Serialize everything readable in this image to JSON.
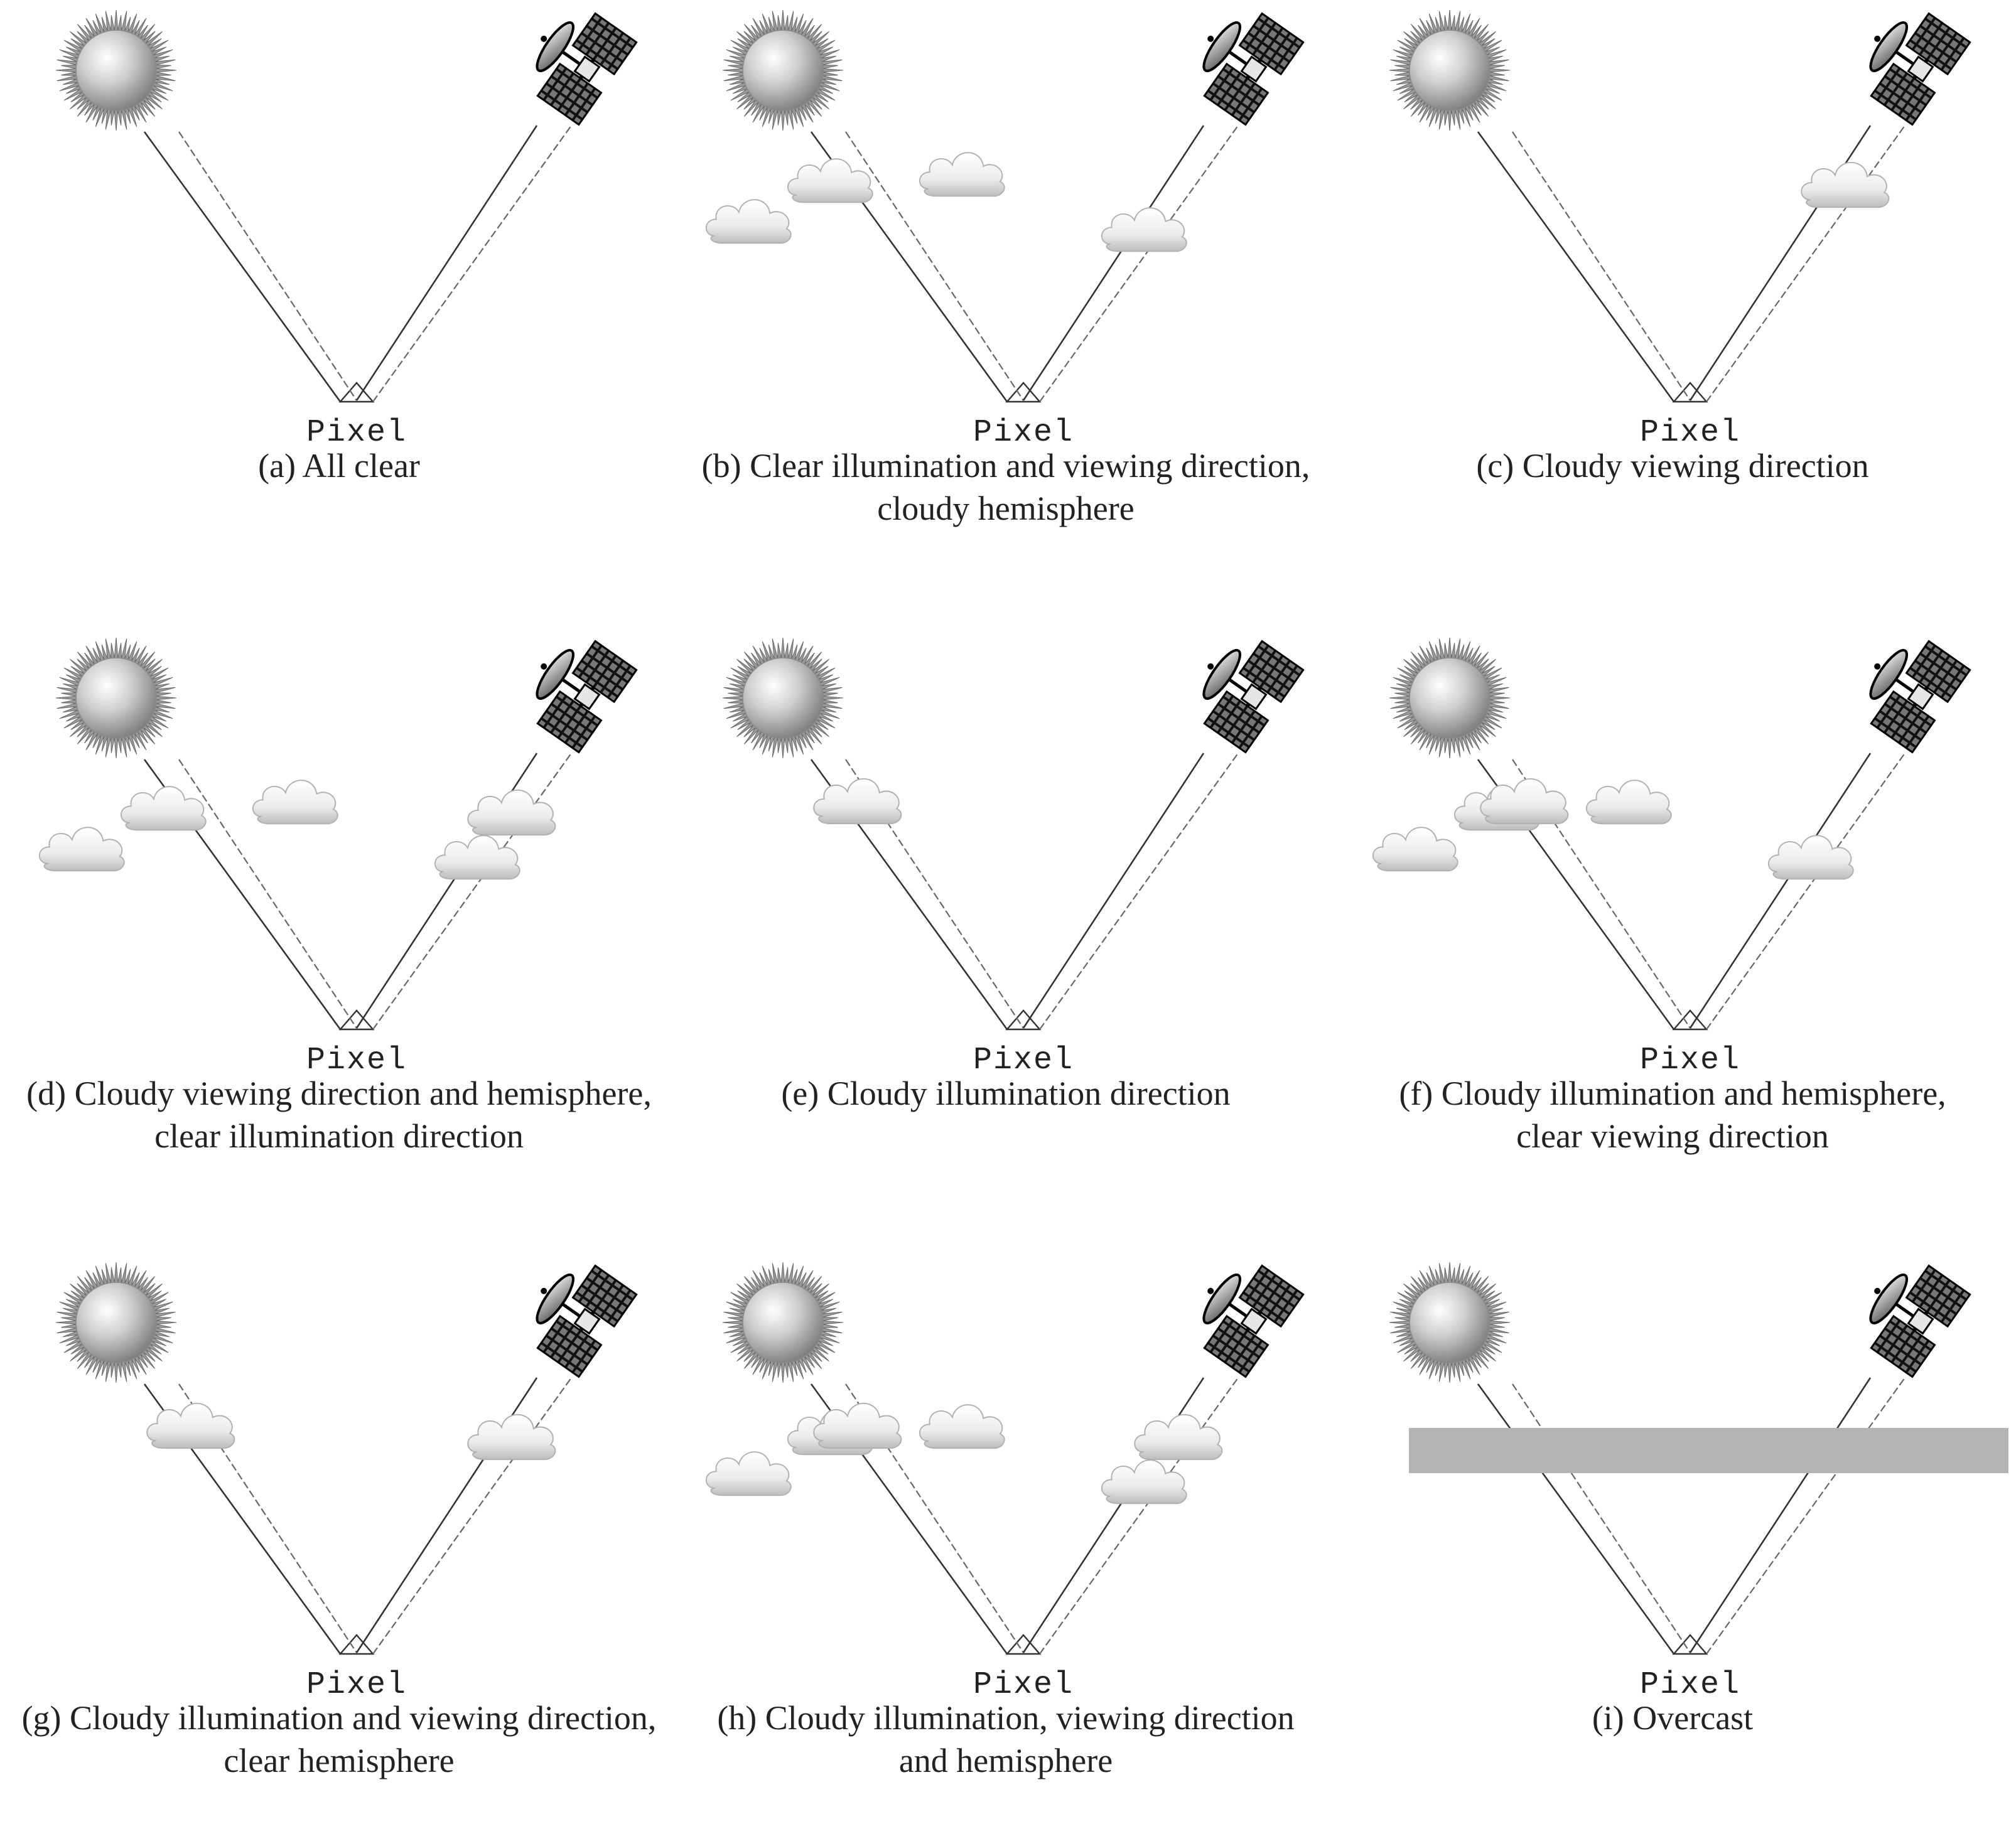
{
  "pixel_label": "Pixel",
  "panels": [
    {
      "id": "a",
      "caption": [
        "(a) All clear"
      ],
      "clouds": "none"
    },
    {
      "id": "b",
      "caption": [
        "(b) Clear illumination and viewing direction,",
        "cloudy hemisphere"
      ],
      "clouds": "hemisphere"
    },
    {
      "id": "c",
      "caption": [
        "(c) Cloudy viewing direction"
      ],
      "clouds": "viewing"
    },
    {
      "id": "d",
      "caption": [
        "(d) Cloudy viewing direction and hemisphere,",
        "clear illumination direction"
      ],
      "clouds": "viewing+hemisphere"
    },
    {
      "id": "e",
      "caption": [
        "(e) Cloudy illumination direction"
      ],
      "clouds": "illumination"
    },
    {
      "id": "f",
      "caption": [
        "(f) Cloudy illumination and hemisphere,",
        "clear viewing direction"
      ],
      "clouds": "illumination+hemisphere"
    },
    {
      "id": "g",
      "caption": [
        "(g) Cloudy illumination and viewing direction,",
        "clear hemisphere"
      ],
      "clouds": "illumination+viewing"
    },
    {
      "id": "h",
      "caption": [
        "(h) Cloudy illumination, viewing direction",
        "and hemisphere"
      ],
      "clouds": "illumination+viewing+hemisphere"
    },
    {
      "id": "i",
      "caption": [
        "(i) Overcast"
      ],
      "clouds": "overcast"
    }
  ]
}
